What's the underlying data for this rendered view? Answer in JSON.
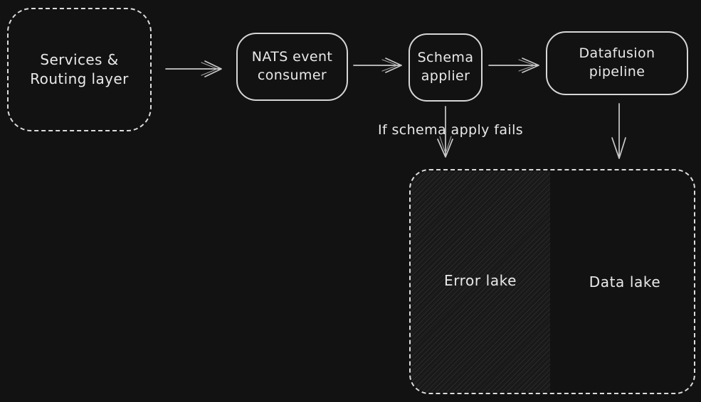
{
  "canvas": {
    "background": "#121212",
    "stroke_color": "#d6d6d6",
    "text_color": "#e9e9e9",
    "error_lake_fill": "#171717"
  },
  "nodes": {
    "services_routing": {
      "label": "Services & Routing layer"
    },
    "nats_consumer": {
      "label": "NATS event consumer"
    },
    "schema_applier": {
      "label": "Schema applier"
    },
    "datafusion_pipeline": {
      "label": "Datafusion pipeline"
    },
    "error_lake": {
      "label": "Error lake"
    },
    "data_lake": {
      "label": "Data lake"
    }
  },
  "edges": [
    {
      "from": "services_routing",
      "to": "nats_consumer",
      "label": ""
    },
    {
      "from": "nats_consumer",
      "to": "schema_applier",
      "label": ""
    },
    {
      "from": "schema_applier",
      "to": "datafusion_pipeline",
      "label": ""
    },
    {
      "from": "schema_applier",
      "to": "error_lake",
      "label": "If schema apply fails"
    },
    {
      "from": "datafusion_pipeline",
      "to": "data_lake",
      "label": ""
    }
  ]
}
